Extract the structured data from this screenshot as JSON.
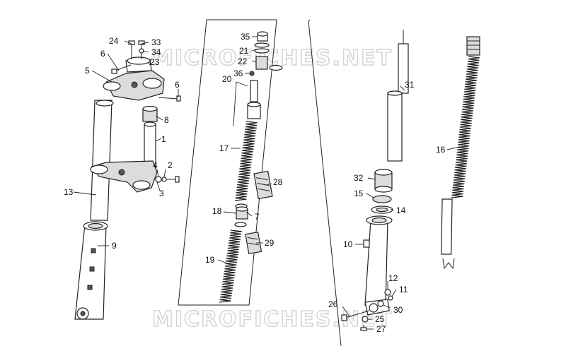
{
  "watermarks": [
    "MICROFICHES.NET",
    "MICROFICHES.NET"
  ],
  "callouts": {
    "c1": "1",
    "c2": "2",
    "c3": "3",
    "c4": "4",
    "c5": "5",
    "c6a": "6",
    "c6b": "6",
    "c7": "7",
    "c8": "8",
    "c9": "9",
    "c10": "10",
    "c11": "11",
    "c12": "12",
    "c13": "13",
    "c14": "14",
    "c15": "15",
    "c16": "16",
    "c17": "17",
    "c18": "18",
    "c19": "19",
    "c20": "20",
    "c21": "21",
    "c22": "22",
    "c23": "23",
    "c24": "24",
    "c25": "25",
    "c26": "26",
    "c27": "27",
    "c28": "28",
    "c29": "29",
    "c30": "30",
    "c31": "31",
    "c32": "32",
    "c33": "33",
    "c34": "34",
    "c35": "35",
    "c36": "36"
  }
}
